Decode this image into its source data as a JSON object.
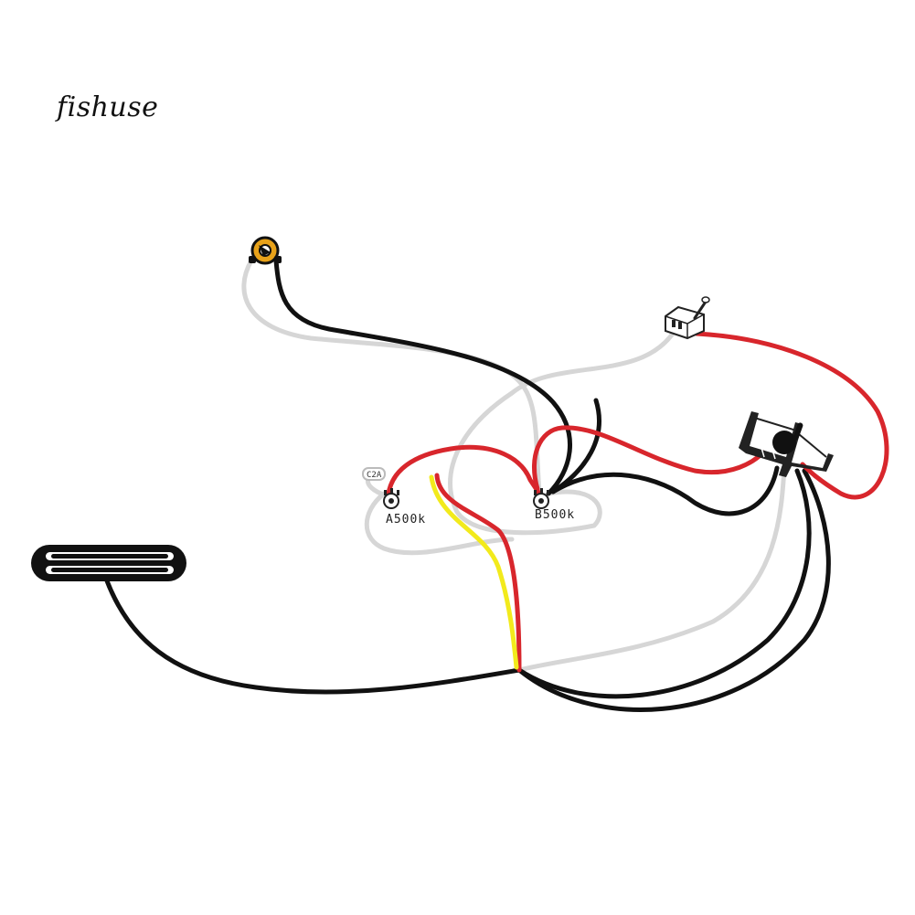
{
  "brand": {
    "text": "fishuse"
  },
  "components": {
    "pot_a": {
      "label": "A500k"
    },
    "pot_b": {
      "label": "B500k"
    },
    "capacitor": {
      "label": "C2A"
    }
  },
  "colors": {
    "black_wire": "#111111",
    "white_wire": "#d6d6d6",
    "red_wire": "#d8262c",
    "yellow_wire": "#f2ea1c",
    "jack_ring": "#e8a21a"
  },
  "icons": {
    "pickup": "humbucker-rail-pickup-icon",
    "jack": "output-jack-icon",
    "toggle": "mini-toggle-switch-icon",
    "selector": "pickup-selector-switch-icon",
    "pot": "potentiometer-icon"
  }
}
